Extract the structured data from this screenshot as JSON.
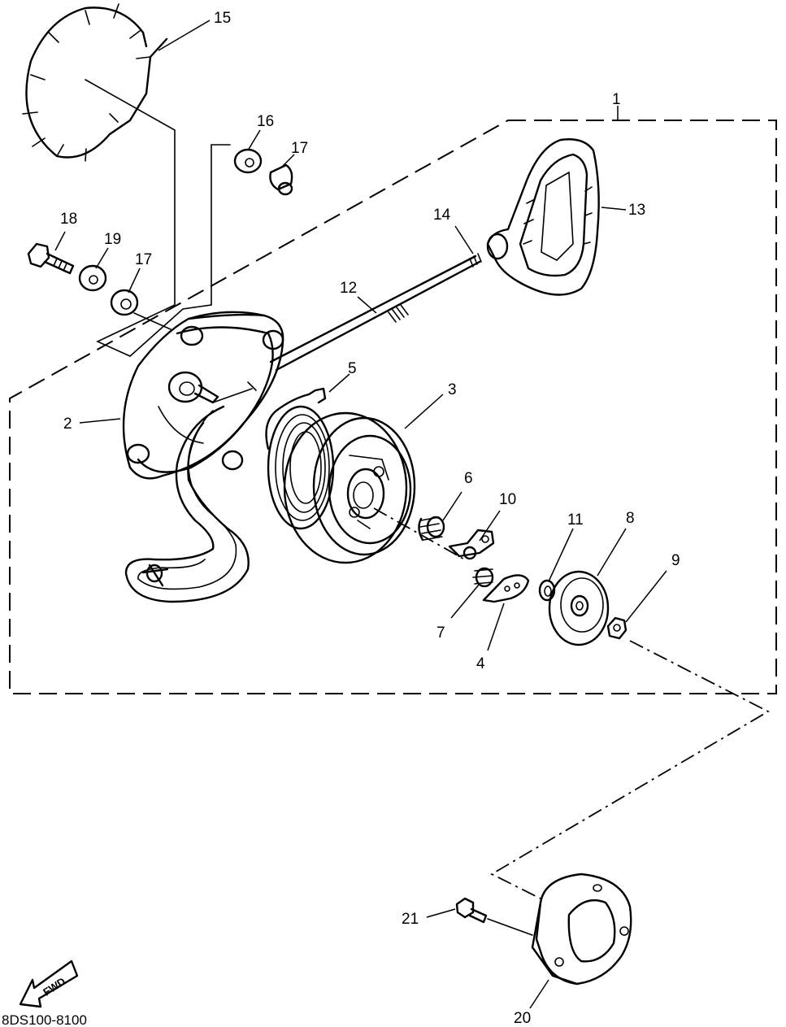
{
  "diagram": {
    "drawing_code": "8DS100-8100",
    "direction_label": "FWD",
    "callouts": [
      "1",
      "2",
      "3",
      "4",
      "5",
      "6",
      "7",
      "8",
      "9",
      "10",
      "11",
      "12",
      "13",
      "14",
      "15",
      "16",
      "17",
      "17",
      "18",
      "19",
      "20",
      "21"
    ]
  },
  "parts": [
    {
      "id": "assembly-group",
      "callout": "1"
    },
    {
      "id": "starter-case",
      "callout": "2"
    },
    {
      "id": "sheave-drum",
      "callout": "3"
    },
    {
      "id": "pawl",
      "callout": "4"
    },
    {
      "id": "spiral-spring",
      "callout": "5"
    },
    {
      "id": "small-spring",
      "callout": "6"
    },
    {
      "id": "pawl-spring",
      "callout": "7"
    },
    {
      "id": "drive-plate",
      "callout": "8"
    },
    {
      "id": "nut",
      "callout": "9"
    },
    {
      "id": "pawl-guide",
      "callout": "10"
    },
    {
      "id": "washer",
      "callout": "11"
    },
    {
      "id": "starter-rope",
      "callout": "12"
    },
    {
      "id": "starter-handle",
      "callout": "13"
    },
    {
      "id": "handle-seal",
      "callout": "14"
    },
    {
      "id": "decal-plate",
      "callout": "15"
    },
    {
      "id": "bushing-screw",
      "callout": "16"
    },
    {
      "id": "grommet-upper",
      "callout": "17"
    },
    {
      "id": "grommet-lower",
      "callout": "17"
    },
    {
      "id": "bolt",
      "callout": "18"
    },
    {
      "id": "collar-washer",
      "callout": "19"
    },
    {
      "id": "starter-pulley",
      "callout": "20"
    },
    {
      "id": "pulley-bolt",
      "callout": "21"
    }
  ]
}
